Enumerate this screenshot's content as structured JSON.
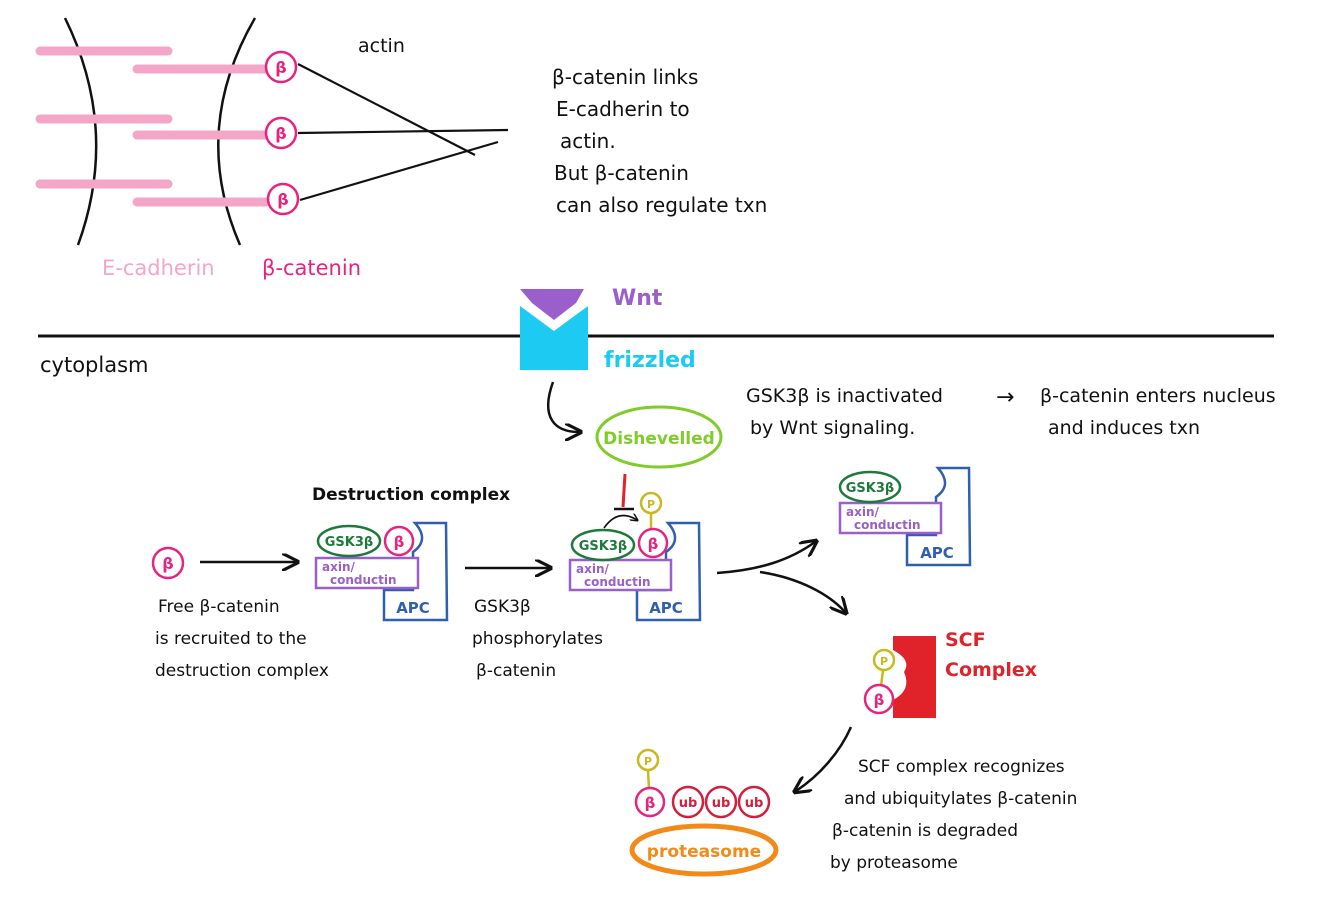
{
  "colors": {
    "ink": "#111111",
    "ecadherin": "#f4a6c8",
    "beta_catenin": "#e8237d",
    "wnt": "#9a5fcb",
    "frizzled": "#1ccaf2",
    "dishevelled": "#7fcc2a",
    "gsk3b": "#1e7a3c",
    "axin": "#9a5fcb",
    "apc": "#2e5fb0",
    "phosphate": "#c9b81f",
    "scf": "#e0232b",
    "ubiquitin": "#d21f3c",
    "proteasome": "#f28a1a",
    "inhibit": "#e0232b"
  },
  "top": {
    "actin_label": "actin",
    "ecadherin_label": "E-cadherin",
    "bcat_label": "β-catenin",
    "note_lines": [
      "β-catenin links",
      "E-cadherin to",
      "actin.",
      "But β-catenin",
      "can also regulate txn"
    ]
  },
  "membrane": {
    "wnt_label": "Wnt",
    "frizzled_label": "frizzled",
    "cytoplasm_label": "cytoplasm"
  },
  "signaling": {
    "dishevelled_label": "Dishevelled",
    "gsk_note_lines": [
      "GSK3β is inactivated",
      "by Wnt signaling."
    ],
    "arrow_glyph": "→",
    "nucleus_note_lines": [
      "β-catenin enters nucleus",
      "and induces txn"
    ]
  },
  "destruction": {
    "title": "Destruction complex",
    "free_bcat_lines": [
      "Free β-catenin",
      "is recruited to the",
      "destruction complex"
    ],
    "phospho_lines": [
      "GSK3β",
      "phosphorylates",
      "β-catenin"
    ]
  },
  "complex": {
    "gsk": "GSK3β",
    "bcat": "β",
    "axin_line1": "axin/",
    "axin_line2": "conductin",
    "apc": "APC",
    "phos": "P"
  },
  "scf": {
    "label_line1": "SCF",
    "label_line2": "Complex",
    "note_lines": [
      "SCF complex recognizes",
      "and ubiquitylates β-catenin",
      "β-catenin is degraded",
      "by proteasome"
    ]
  },
  "proteasome": {
    "label": "proteasome",
    "ub": "ub"
  }
}
